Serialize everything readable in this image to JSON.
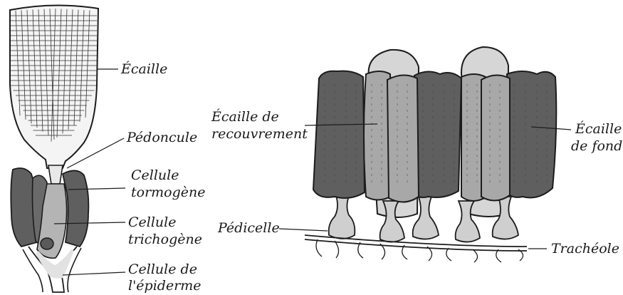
{
  "left_figure": {
    "labels": {
      "scale": "Écaille",
      "peduncle": "Pédoncule",
      "tormogen_line1": "Cellule",
      "tormogen_line2": "tormogène",
      "trichogen_line1": "Cellule",
      "trichogen_line2": "trichogène",
      "epidermis_line1": "Cellule de",
      "epidermis_line2": "l'épiderme"
    }
  },
  "right_figure": {
    "labels": {
      "cover_scale_line1": "Écaille de",
      "cover_scale_line2": "recouvrement",
      "ground_scale_line1": "Écaille",
      "ground_scale_line2": "de fond",
      "pedicel": "Pédicelle",
      "tracheole": "Trachéole"
    }
  },
  "colors": {
    "dark_fill": "#5f5f5f",
    "light_fill": "#b9b9b9",
    "pale_fill": "#d8d8d8",
    "scale_fill": "#f4f4f4",
    "outline": "#1c1c1c"
  }
}
